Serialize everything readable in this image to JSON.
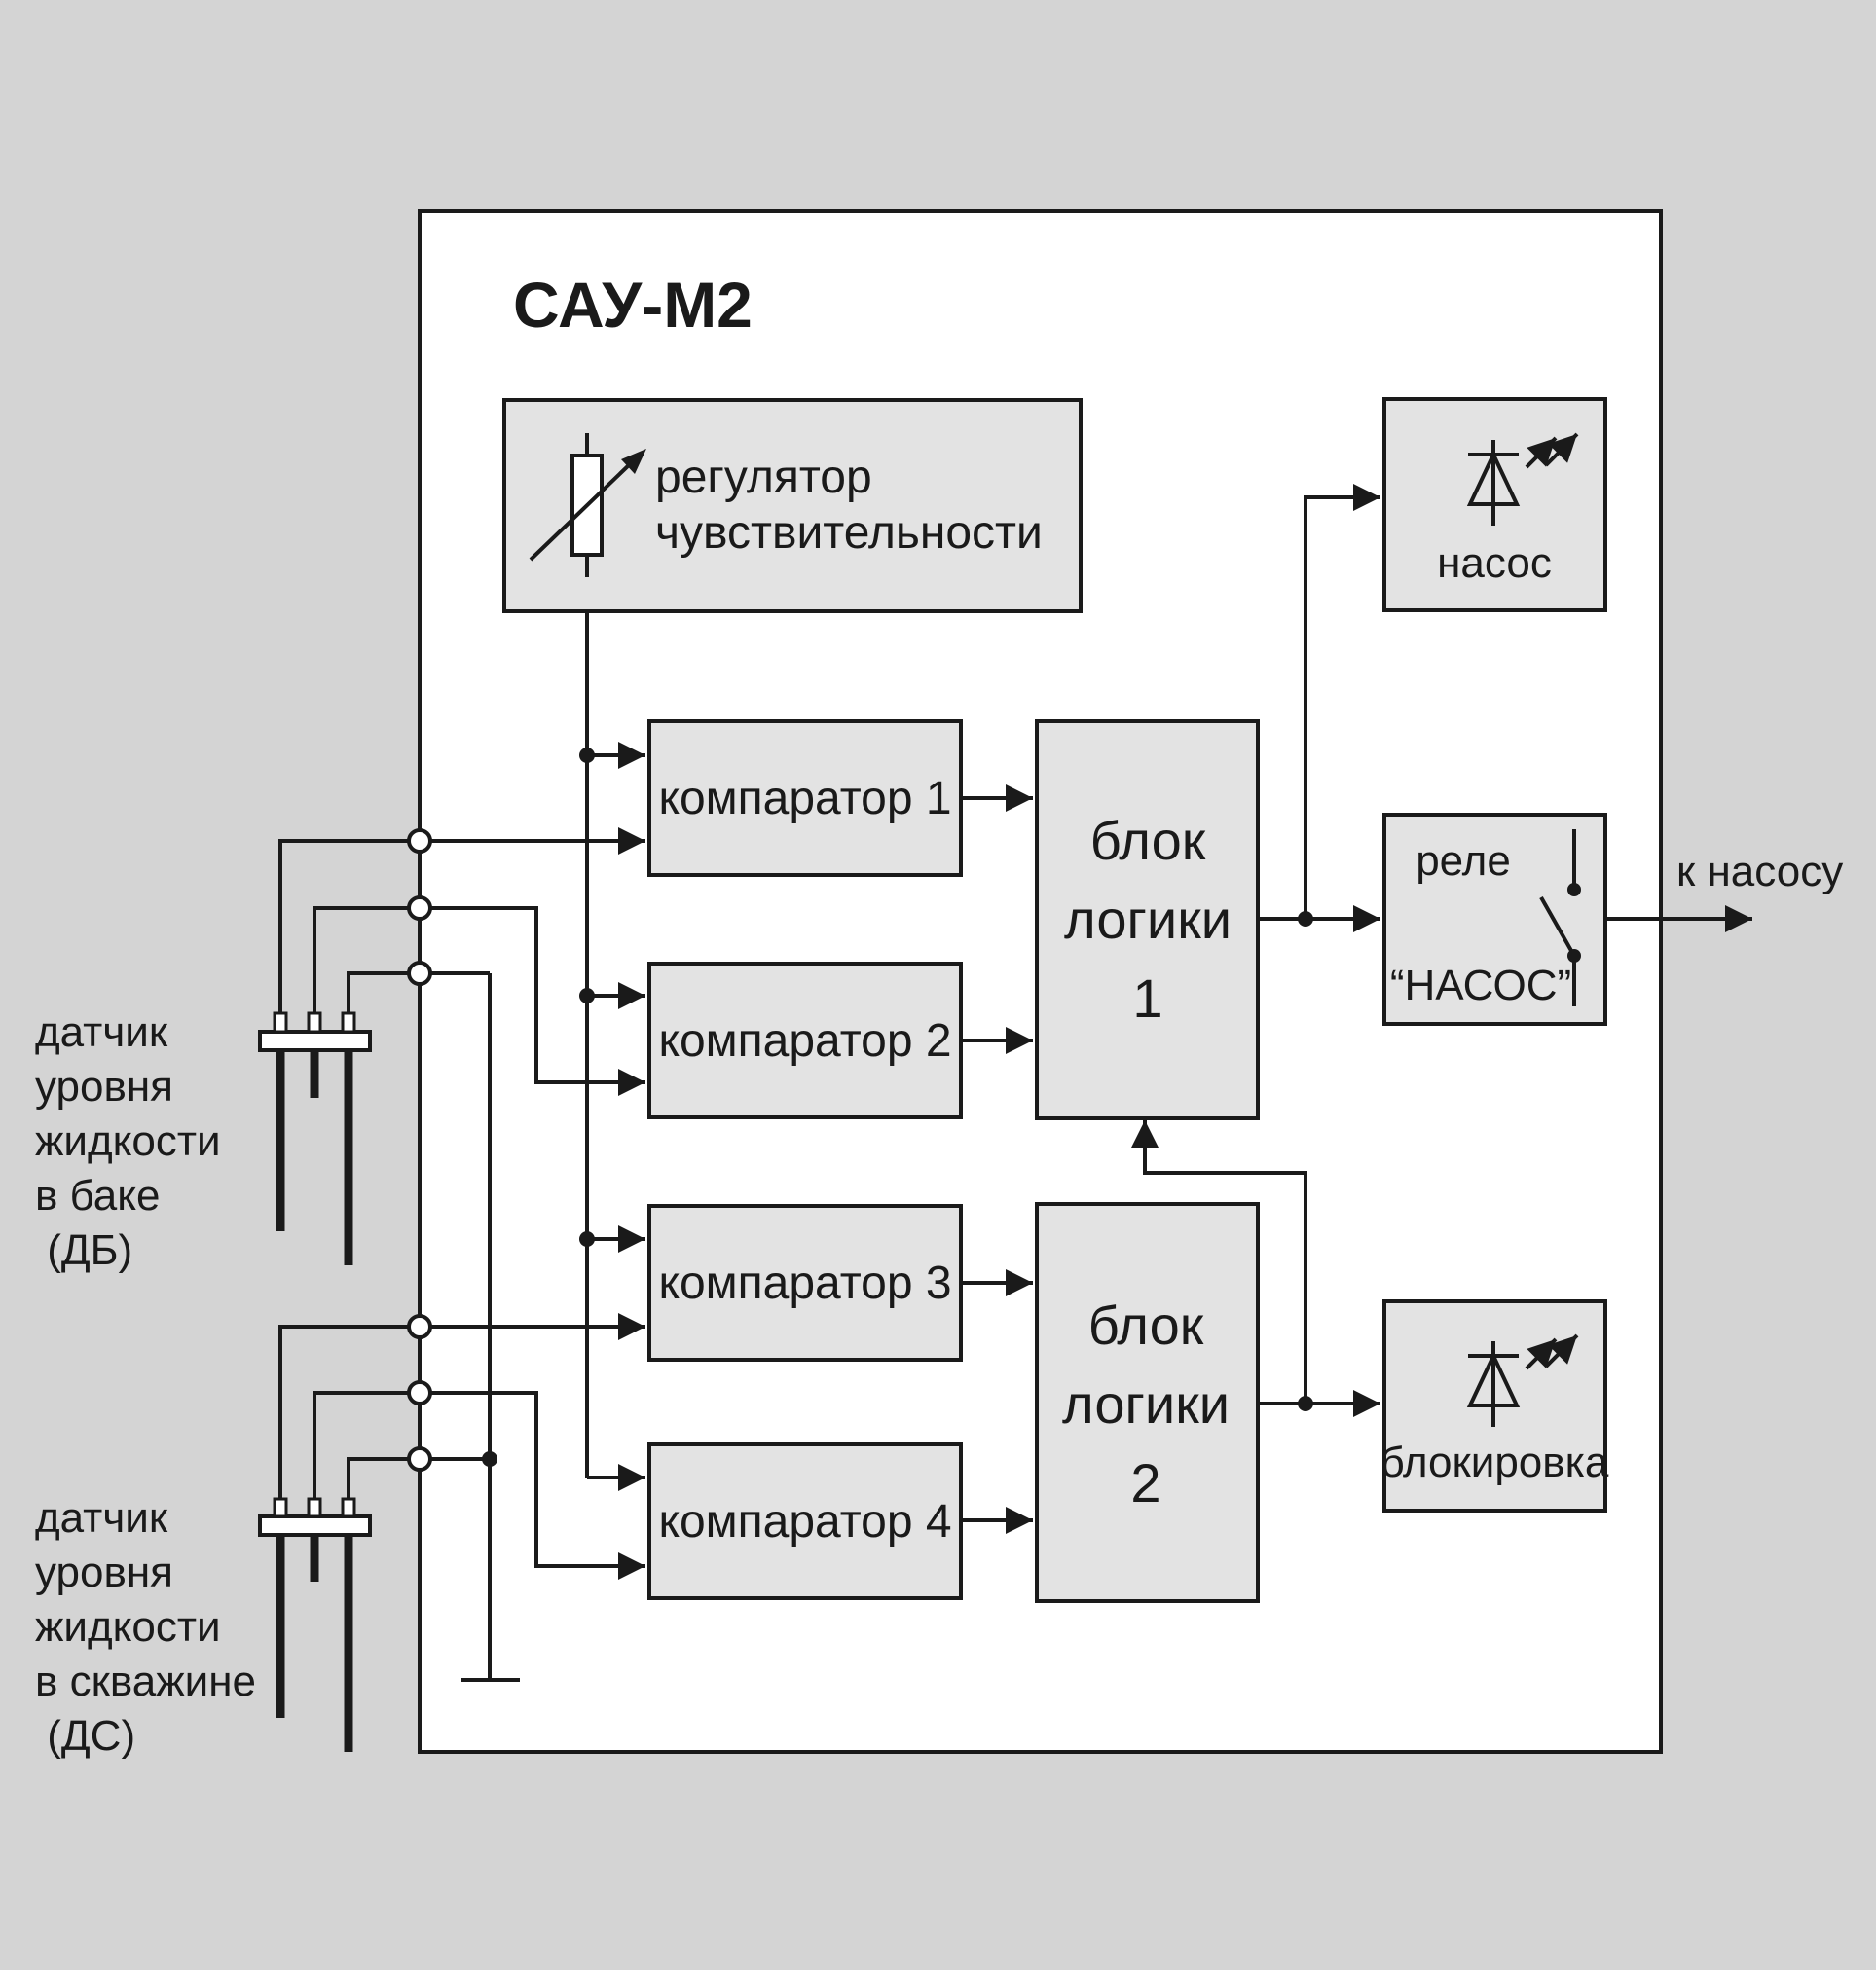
{
  "device": {
    "title": "САУ-М2"
  },
  "blocks": {
    "regulator": {
      "line1": "регулятор",
      "line2": "чувствительности"
    },
    "comparators": [
      "компаратор 1",
      "компаратор 2",
      "компаратор 3",
      "компаратор 4"
    ],
    "logic1": {
      "line1": "блок",
      "line2": "логики",
      "line3": "1"
    },
    "logic2": {
      "line1": "блок",
      "line2": "логики",
      "line3": "2"
    },
    "led_pump": {
      "label": "насос",
      "icon": "led-icon"
    },
    "relay": {
      "line1": "реле",
      "line2": "“НАСОС”",
      "icon": "relay-contact-icon"
    },
    "led_block": {
      "label": "блокировка",
      "icon": "led-icon"
    }
  },
  "outputs": {
    "to_pump": "к насосу"
  },
  "sensors": {
    "tank": {
      "lines": [
        "датчик",
        "уровня",
        "жидкости",
        "в баке",
        " (ДБ)"
      ]
    },
    "well": {
      "lines": [
        "датчик",
        "уровня",
        "жидкости",
        "в скважине",
        " (ДС)"
      ]
    }
  },
  "colors": {
    "background": "#d4d4d4",
    "panel": "#ffffff",
    "block_fill": "#e3e3e3",
    "line": "#1a1a1a"
  }
}
